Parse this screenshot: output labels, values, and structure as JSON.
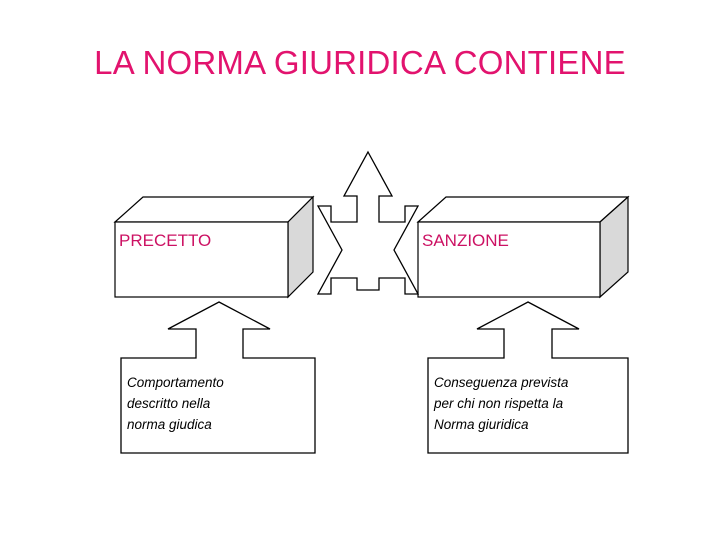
{
  "slide": {
    "title": "LA NORMA GIURIDICA CONTIENE",
    "title_color": "#e2136e",
    "background_color": "#ffffff"
  },
  "diagram": {
    "type": "concept-diagram",
    "nodes": [
      {
        "id": "precetto",
        "shape": "3d-box",
        "label": "PRECETTO",
        "label_color": "#cc1163",
        "fill": "#ffffff",
        "side_fill": "#d9d9d9",
        "stroke": "#000000"
      },
      {
        "id": "sanzione",
        "shape": "3d-box",
        "label": "SANZIONE",
        "label_color": "#cc1163",
        "fill": "#ffffff",
        "side_fill": "#d9d9d9",
        "stroke": "#000000"
      },
      {
        "id": "precetto-desc",
        "shape": "up-arrow-callout",
        "label": "Comportamento\ndescritto nella\nnorma giudica",
        "label_color": "#000000",
        "fill": "#ffffff",
        "stroke": "#000000"
      },
      {
        "id": "sanzione-desc",
        "shape": "up-arrow-callout",
        "label": "Conseguenza prevista\nper chi non rispetta la\nNorma giuridica",
        "label_color": "#000000",
        "fill": "#ffffff",
        "stroke": "#000000"
      }
    ],
    "connectors": [
      {
        "id": "tri-arrow",
        "shape": "three-way-arrow",
        "directions": [
          "up",
          "left",
          "right"
        ],
        "fill": "#ffffff",
        "stroke": "#000000"
      }
    ]
  }
}
